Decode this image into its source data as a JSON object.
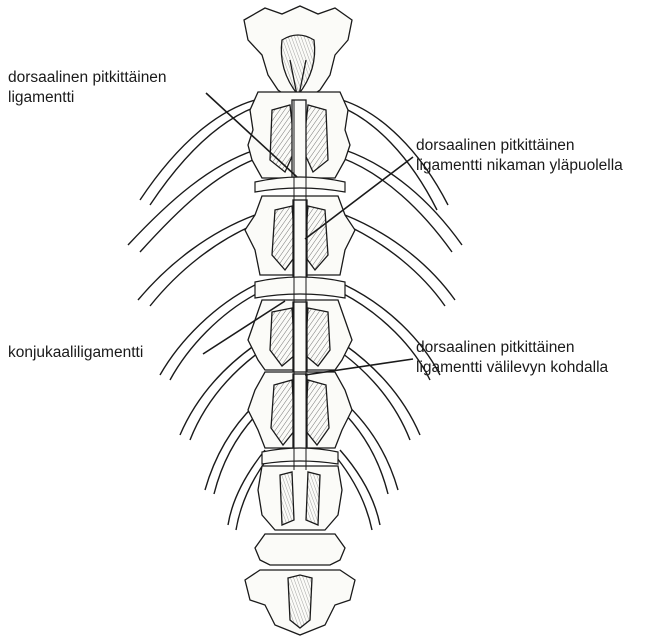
{
  "labels": {
    "dorsal_ligament": {
      "line1": "dorsaalinen pitkittäinen",
      "line2": "ligamentti"
    },
    "above_vertebra": {
      "line1": "dorsaalinen pitkittäinen",
      "line2": "ligamentti nikaman yläpuolella"
    },
    "conjugal": {
      "line1": "konjukaaliligamentti"
    },
    "at_disc": {
      "line1": "dorsaalinen pitkittäinen",
      "line2": "ligamentti välilevyn kohdalla"
    }
  },
  "colors": {
    "ink": "#1a1a1a",
    "bone_fill": "#fbfbf8",
    "background": "#ffffff"
  }
}
